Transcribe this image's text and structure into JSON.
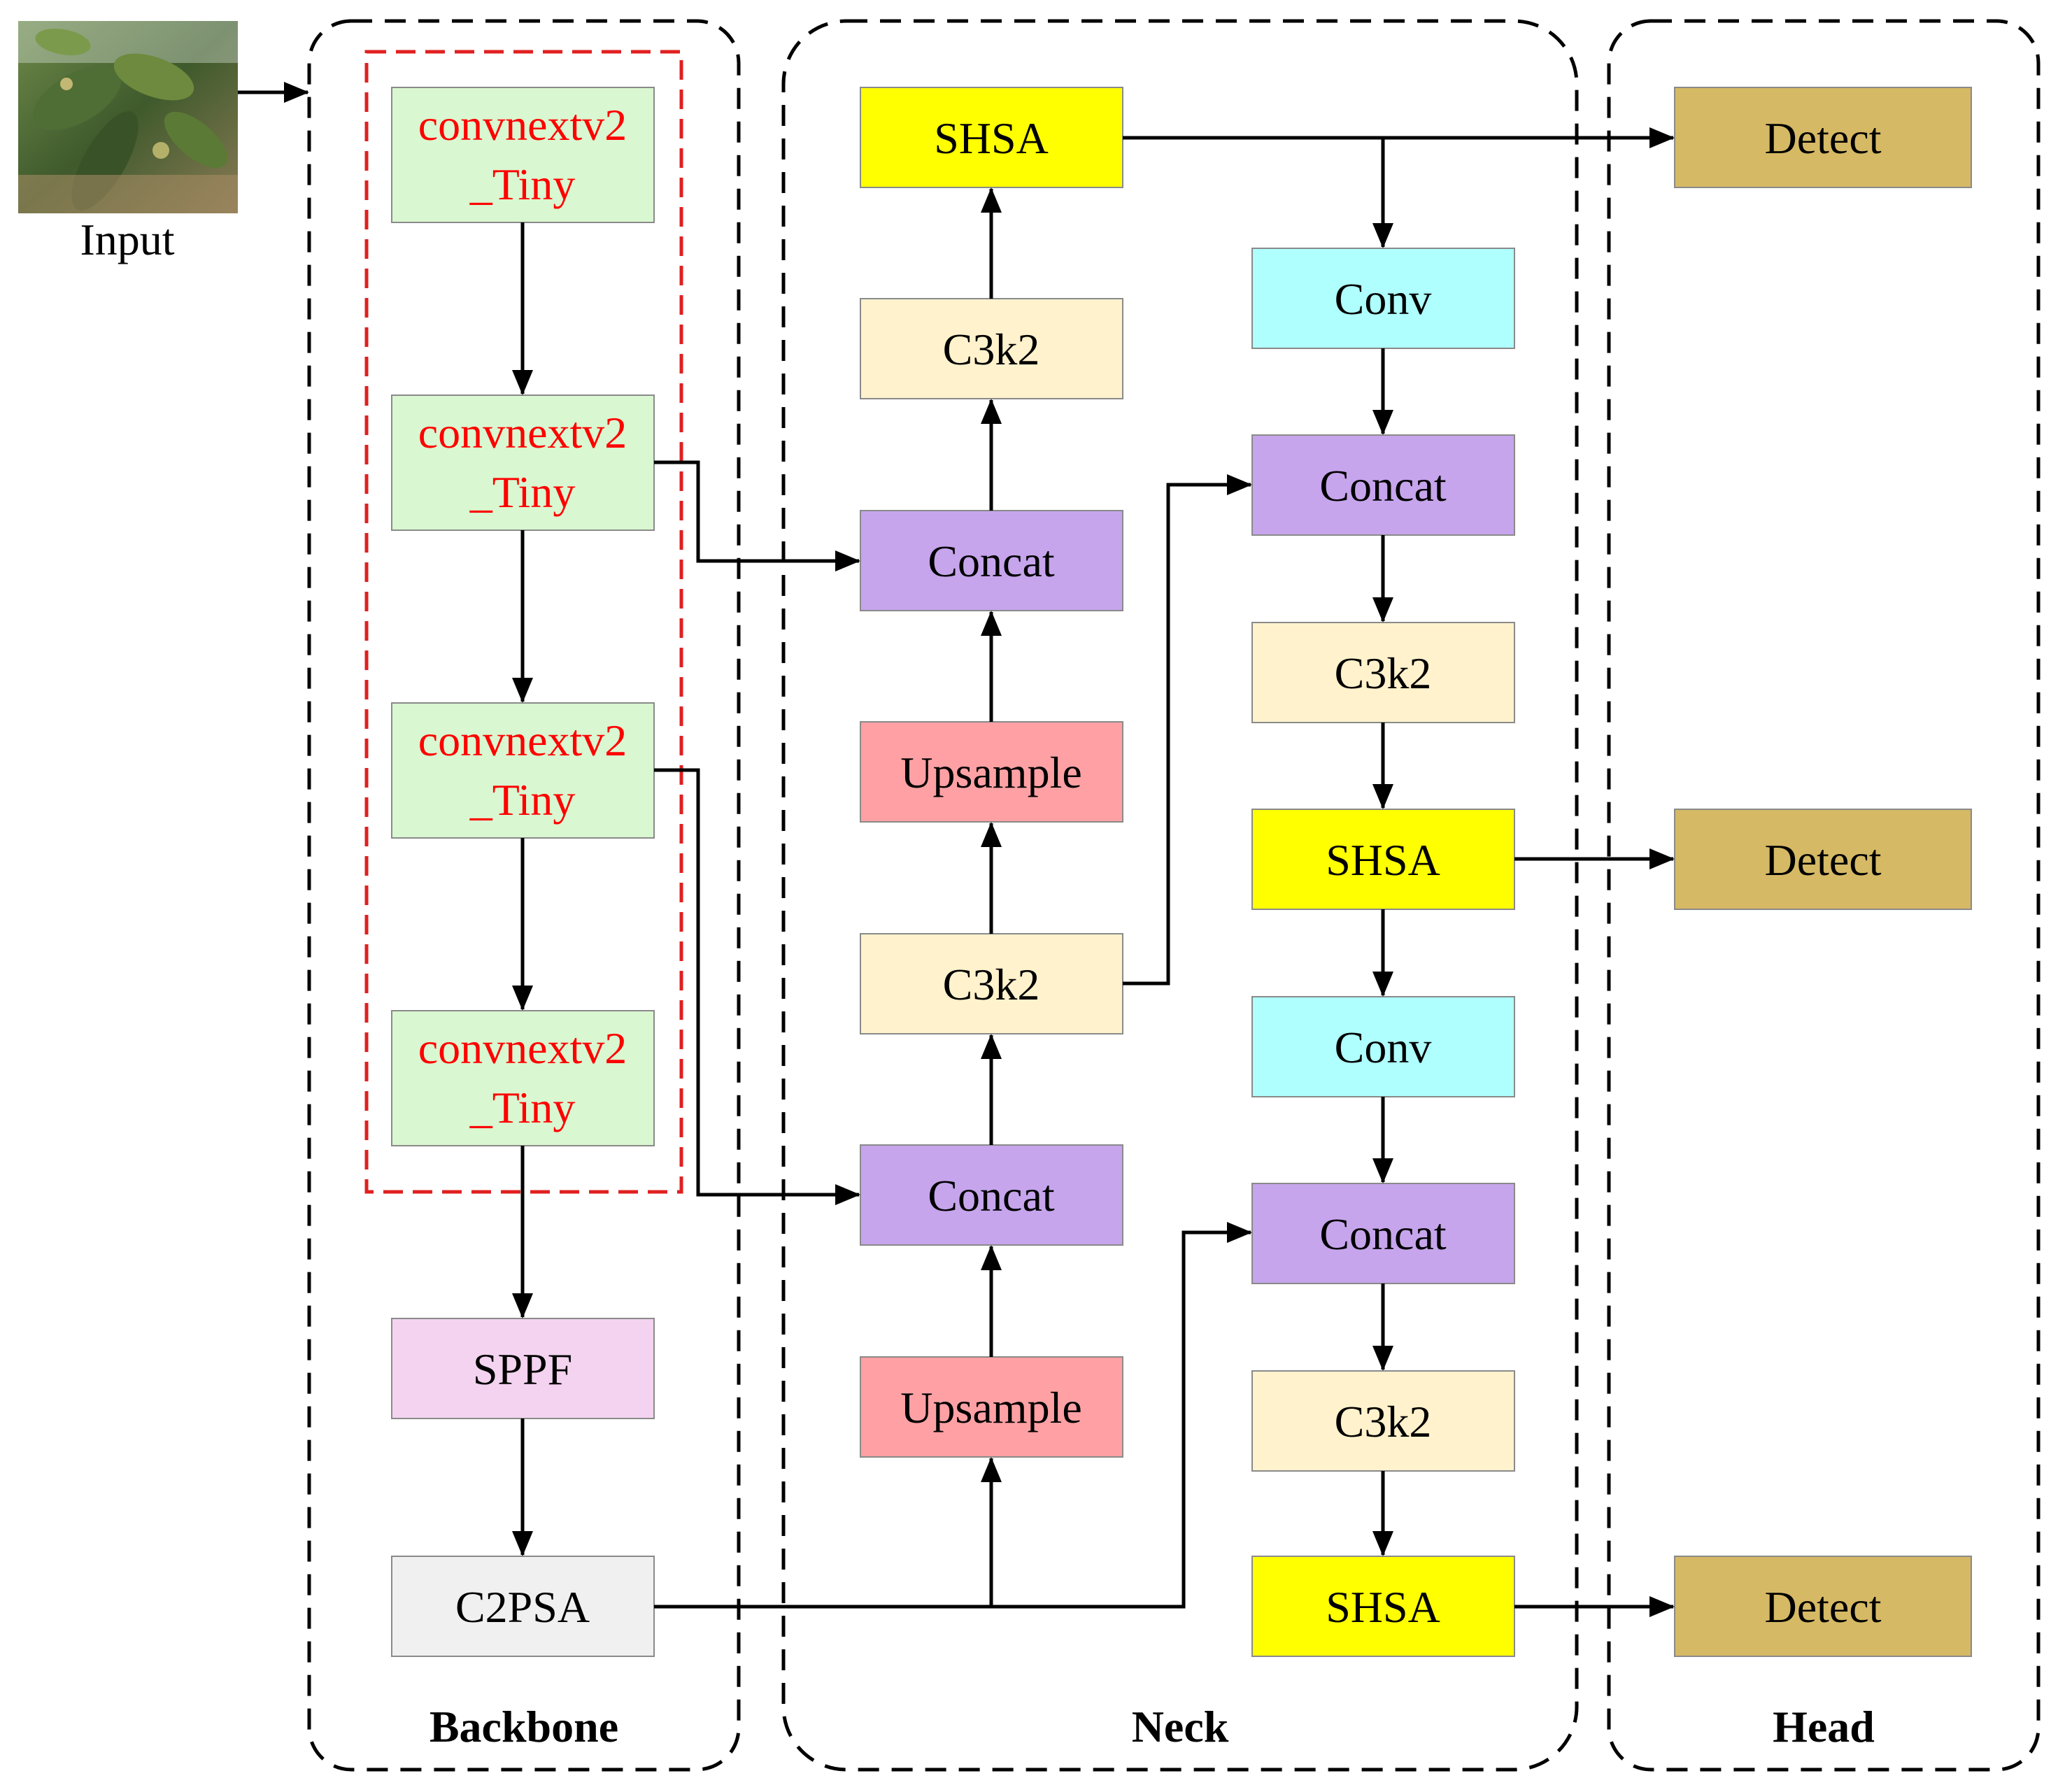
{
  "input_label": "Input",
  "sections": {
    "backbone": "Backbone",
    "neck": "Neck",
    "head": "Head"
  },
  "backbone": {
    "convnext_line1": "convnextv2",
    "convnext_line2": "_Tiny",
    "sppf": "SPPF",
    "c2psa": "C2PSA"
  },
  "neck": {
    "shsa": "SHSA",
    "c3k2": "C3k2",
    "concat": "Concat",
    "upsample": "Upsample",
    "conv": "Conv"
  },
  "head": {
    "detect": "Detect"
  },
  "colors": {
    "convnext_fill": "#d9f7d0",
    "convnext_text": "#ff0000",
    "highlight_box": "#e02020",
    "sppf_fill": "#f3d3ef",
    "c2psa_fill": "#f0f0f0",
    "shsa_fill": "#ffff00",
    "c3k2_fill": "#fff2cc",
    "concat_fill": "#c6a5ec",
    "upsample_fill": "#ffa1a4",
    "conv_fill": "#afffff",
    "detect_fill": "#d6b965"
  }
}
